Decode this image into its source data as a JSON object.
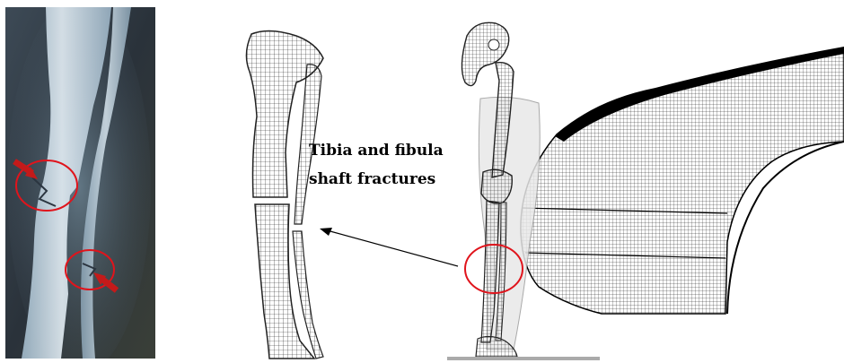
{
  "caption": {
    "line1": "Tibia and fibula",
    "line2": "shaft fractures"
  },
  "colors": {
    "highlight_circle": "#e0141c",
    "arrow_marker": "#c41a1a",
    "mesh_line": "#222222"
  },
  "icons": {
    "xray": "xray-leg-image",
    "tibia_fracture_model": "fractured-tibia-fibula-mesh",
    "crash_model": "pedestrian-vehicle-impact-mesh",
    "pointer": "arrow-pointer"
  }
}
